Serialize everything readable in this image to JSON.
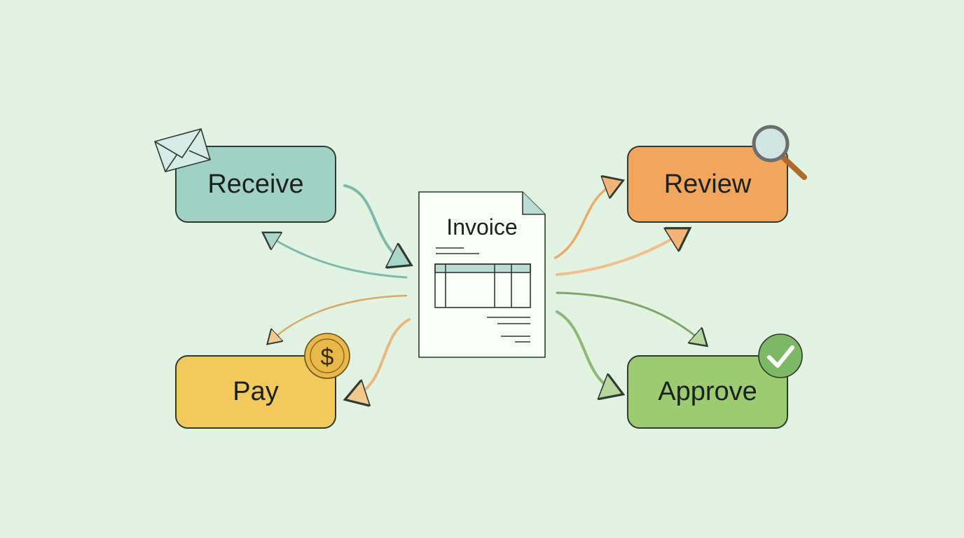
{
  "center": {
    "label": "Invoice"
  },
  "steps": {
    "receive": {
      "label": "Receive",
      "icon": "envelope-icon",
      "color": "#9fd2c5"
    },
    "review": {
      "label": "Review",
      "icon": "magnifier-icon",
      "color": "#f2a55c"
    },
    "pay": {
      "label": "Pay",
      "icon": "dollar-coin-icon",
      "color": "#f2c95c"
    },
    "approve": {
      "label": "Approve",
      "icon": "checkmark-icon",
      "color": "#9ccb72"
    }
  },
  "coin_symbol": "$"
}
